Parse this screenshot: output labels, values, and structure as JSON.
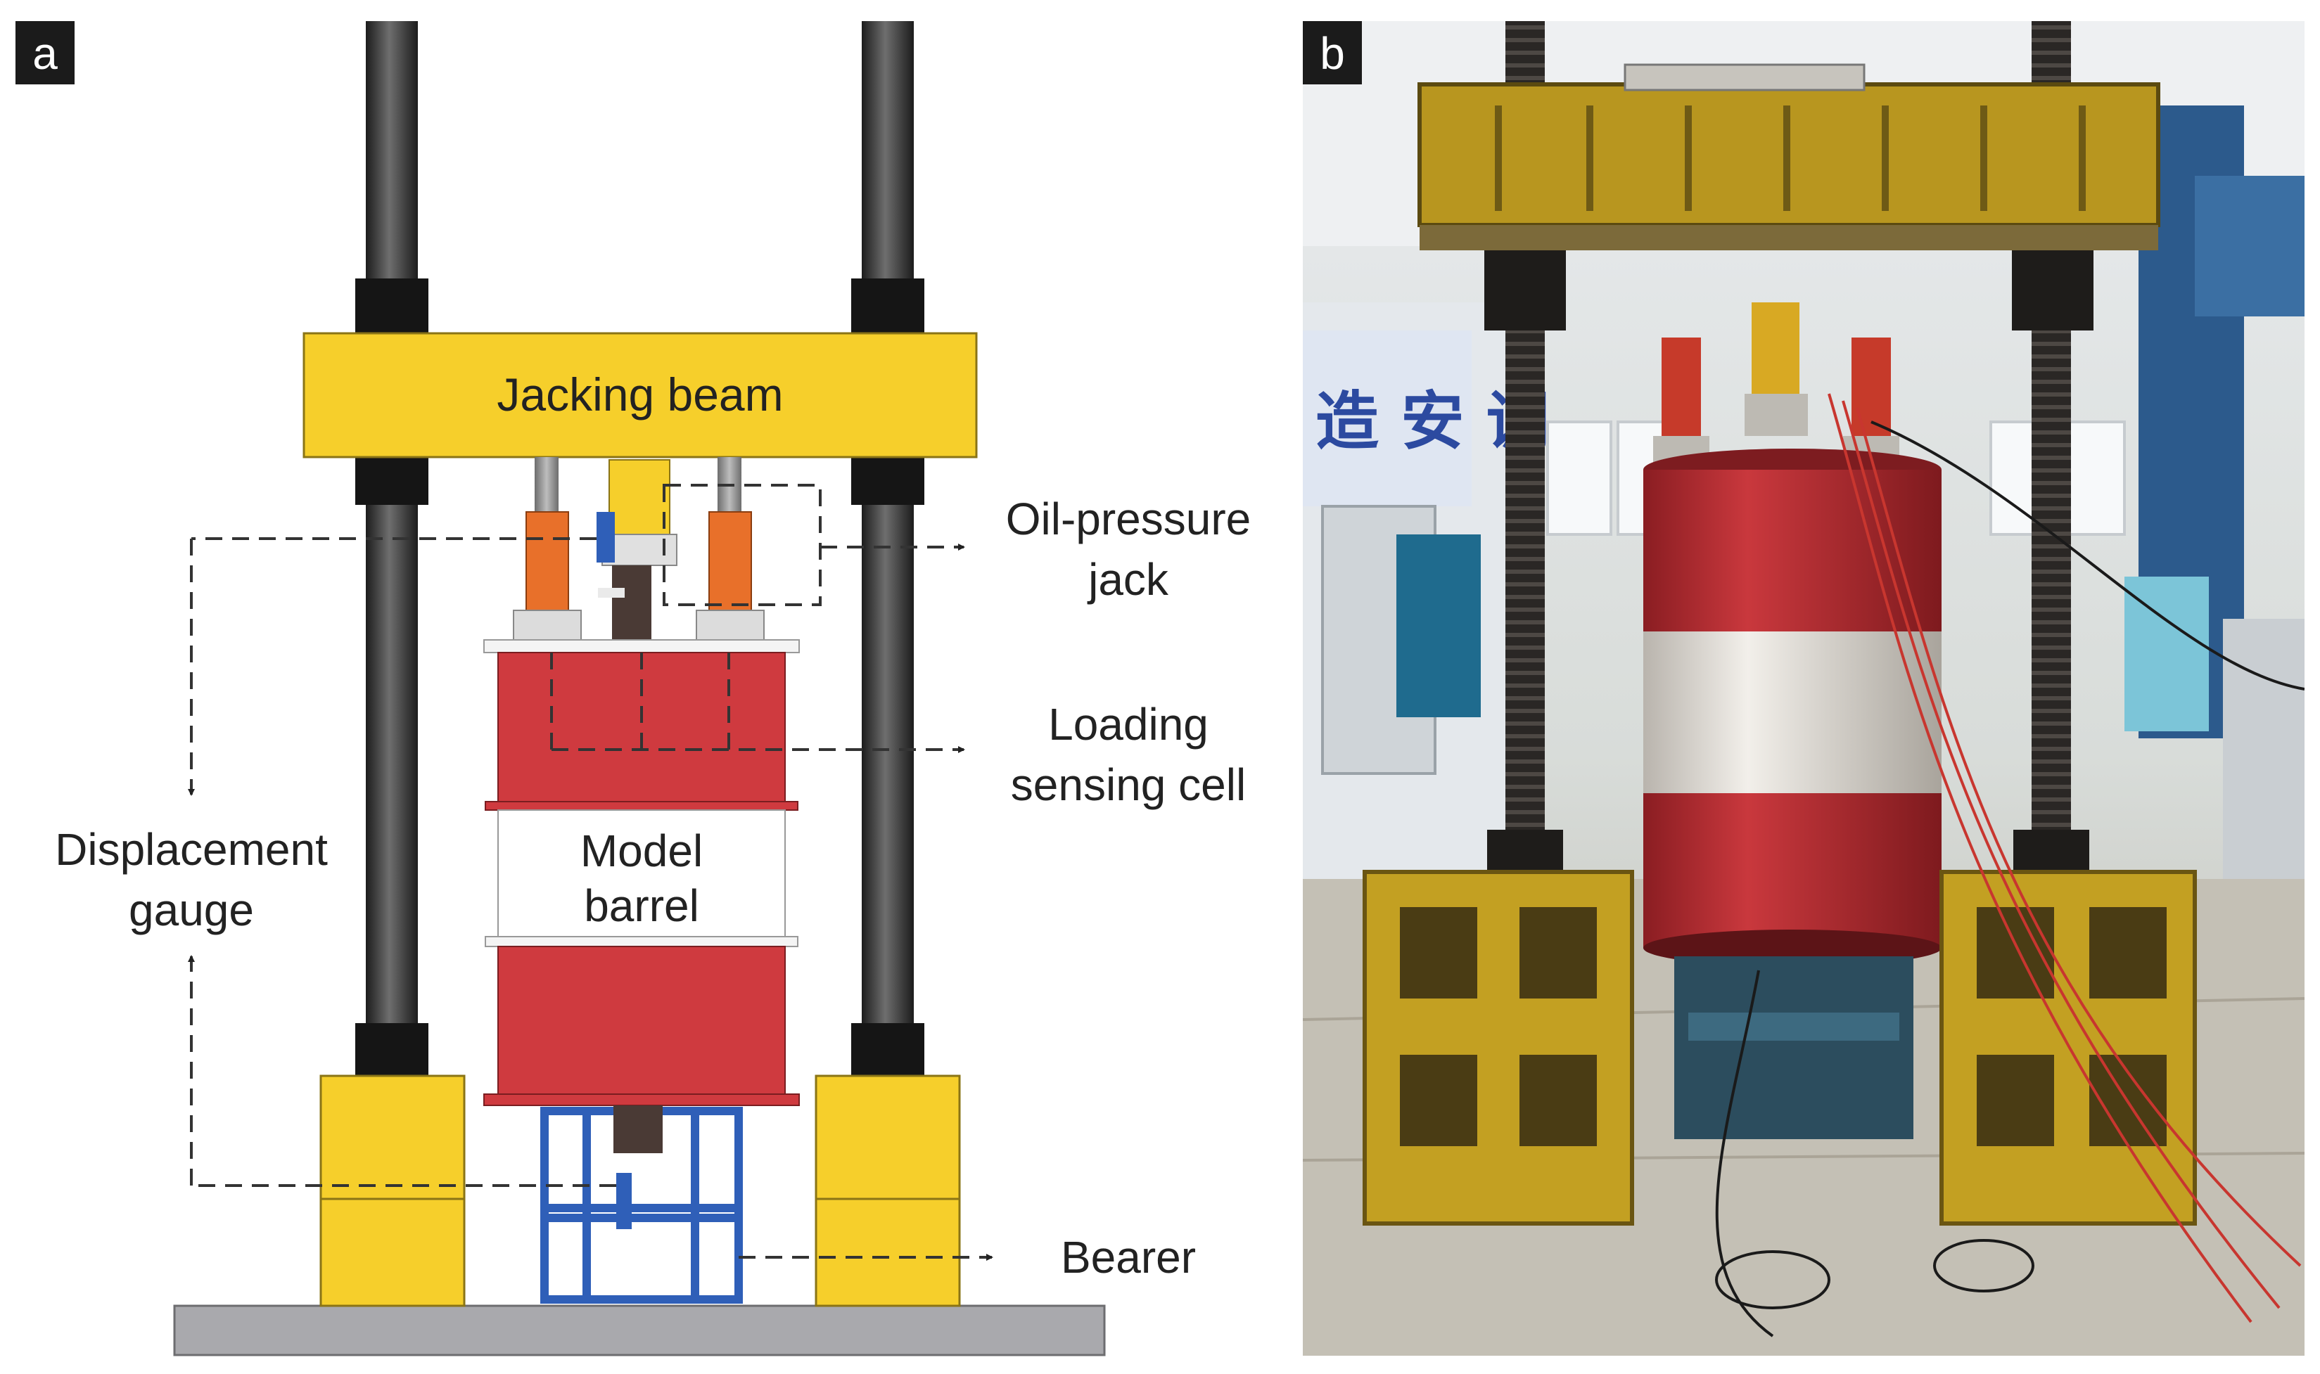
{
  "panel_a": {
    "badge": "a",
    "labels": {
      "jacking_beam": "Jacking beam",
      "oil_pressure_jack_line1": "Oil-pressure",
      "oil_pressure_jack_line2": "jack",
      "loading_sensing_cell_line1": "Loading",
      "loading_sensing_cell_line2": "sensing cell",
      "displacement_gauge_line1": "Displacement",
      "displacement_gauge_line2": "gauge",
      "model_barrel_line1": "Model",
      "model_barrel_line2": "barrel",
      "bearer": "Bearer"
    },
    "colors": {
      "yellow": "#f6cf2b",
      "red": "#cf3a3f",
      "orange": "#e8702a",
      "column": "#3a3a3a",
      "bearer_blue": "#2f5fb8",
      "base_gray": "#a9a9ad"
    }
  },
  "panel_b": {
    "badge": "b",
    "sign_text": "造 安 调"
  }
}
